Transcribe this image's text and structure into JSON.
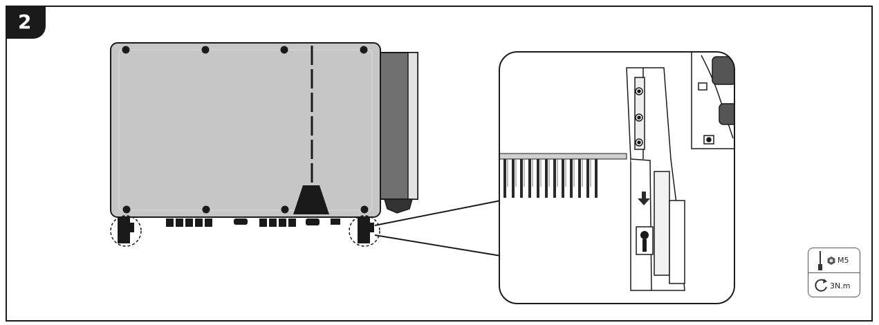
{
  "step": {
    "number": "2"
  },
  "spec_card": {
    "screw_size": "M5",
    "torque": "3N.m",
    "icons": [
      "screwdriver-icon",
      "hex-bolt-icon",
      "torque-rotation-icon"
    ]
  },
  "colors": {
    "inverter_body": "#c6c6c6",
    "heatsink": "#7a7a7a",
    "outline": "#1a1a1a",
    "badge": "#1a1a1a"
  }
}
